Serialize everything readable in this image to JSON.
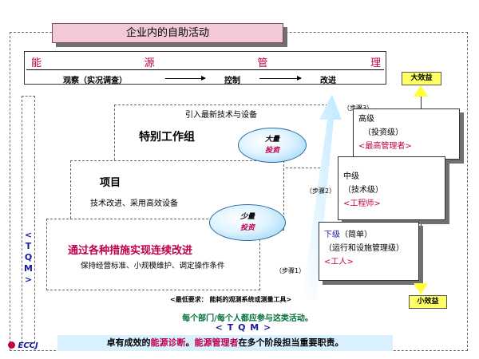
{
  "title": "企业内的自助活动",
  "energy_management": {
    "chars": [
      "能",
      "源",
      "管",
      "理"
    ],
    "steps": [
      "观察（实况调查）",
      "控制",
      "改进"
    ]
  },
  "tqm_side": "<TQM>",
  "special_team": {
    "header": "引入最新技术与设备",
    "title": "特别工作组"
  },
  "project": {
    "title": "项目",
    "desc": "技术改进、采用高效设备"
  },
  "continuous": {
    "title": "通过各种措施实现连续改进",
    "desc": "保持经营标准、小规模维护、调定操作条件"
  },
  "investment": {
    "large": [
      "大量",
      "投资"
    ],
    "small": [
      "少量",
      "投资"
    ]
  },
  "steps": [
    "（步骤1）",
    "（步骤2）",
    "（步骤3）"
  ],
  "levels": {
    "high": {
      "title": "高级",
      "sub": "（投资级）",
      "role": "<最高管理者>"
    },
    "mid": {
      "title": "中级",
      "sub": "（技术级）",
      "role": "<工程师>"
    },
    "low": {
      "title": "下级",
      "title_suffix": "（简单）",
      "sub": "（运行和设施管理级）",
      "role": "<工人>"
    }
  },
  "effects": {
    "big": "大效益",
    "small": "小效益"
  },
  "min_requirement": "<最低要求：  能耗的观测系统或测量工具>",
  "participation": "每个部门/每个人都应参与这类活动。",
  "tqm_bottom": "< T Q M >",
  "bottom_note": {
    "prefix": "卓有成效的",
    "h1": "能源诊断",
    "mid": "。",
    "h2": "能源管理者",
    "suffix": "在多个阶段担当重要职责。"
  },
  "logo": "ECCJ",
  "colors": {
    "accent_red": "#c0004a",
    "accent_blue": "#1a1aa0",
    "badge_yellow": "#ffff66",
    "title_pink": "#f3c9d6",
    "participation_green": "#00703c"
  }
}
